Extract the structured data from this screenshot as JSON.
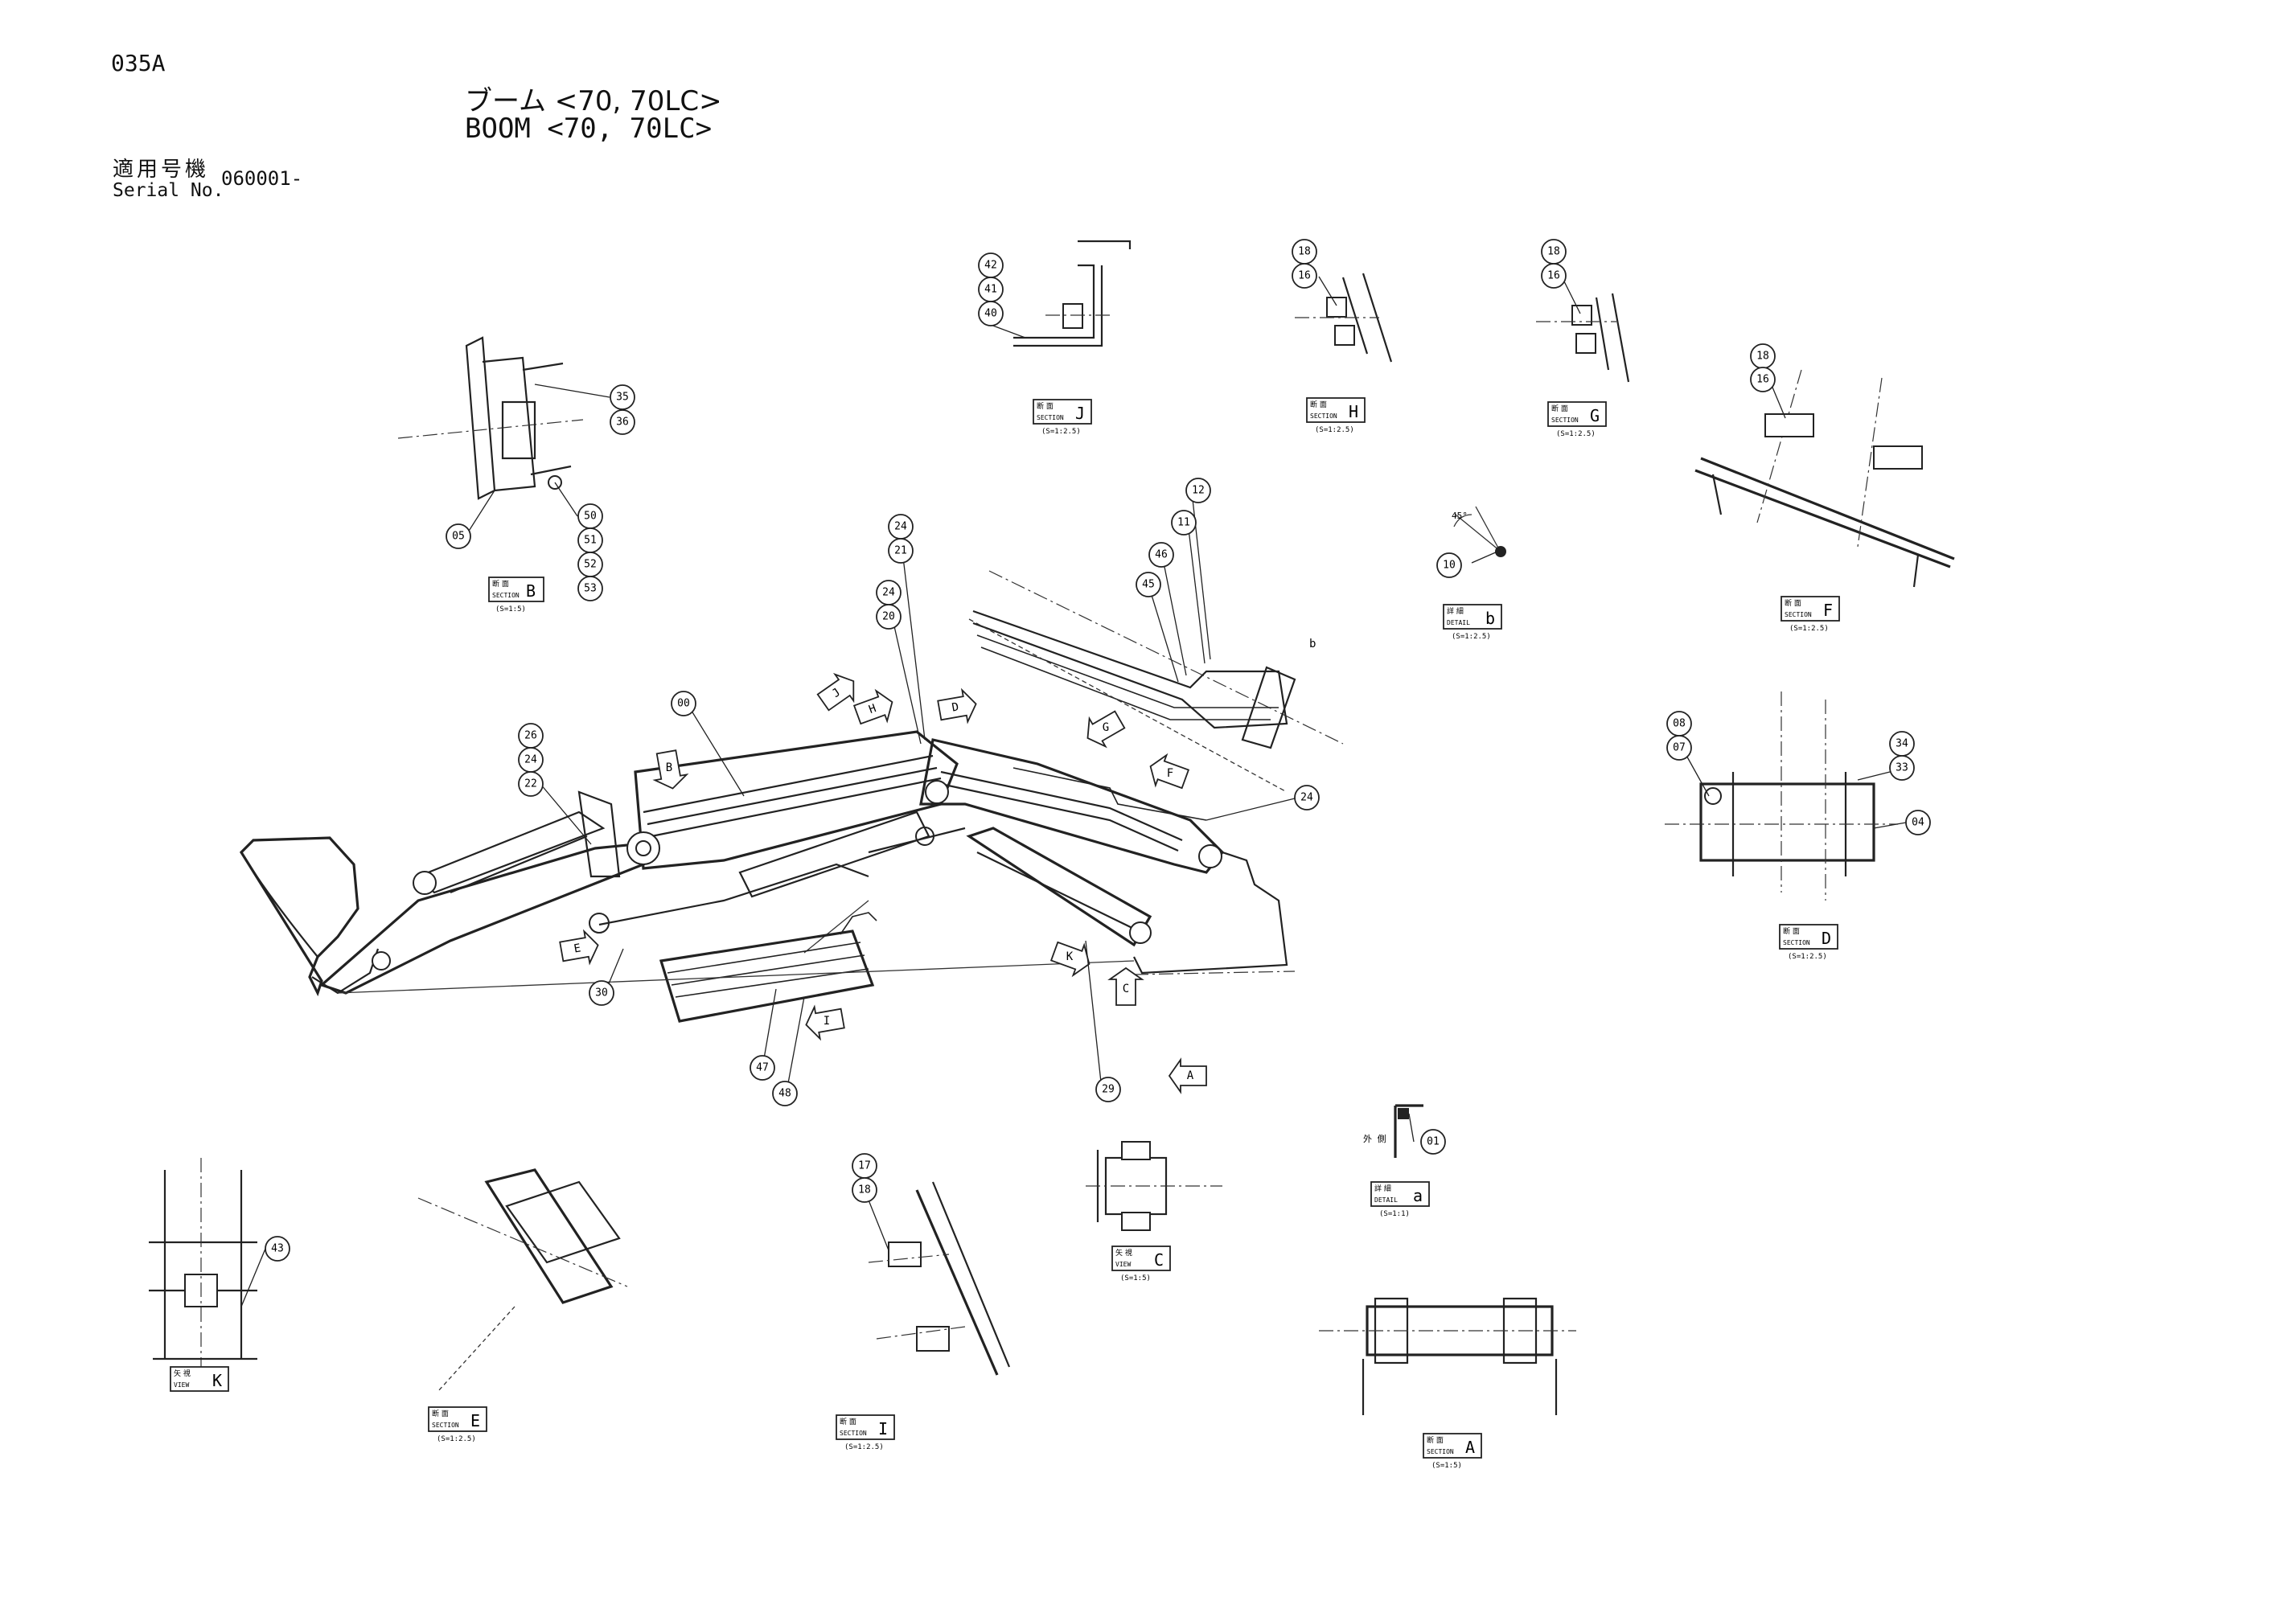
{
  "header": {
    "page_code": "035A",
    "title_jp": "ブーム <70, 70LC>",
    "title_en": "BOOM <70, 70LC>",
    "serial_label_jp": "適用号機",
    "serial_label_en": "Serial No.",
    "serial_value": "060001-"
  },
  "section_labels": [
    {
      "id": "B",
      "kind": "SECTION",
      "kanji": "断 面",
      "letter": "B",
      "scale": "(S=1:5)"
    },
    {
      "id": "J",
      "kind": "SECTION",
      "kanji": "断 面",
      "letter": "J",
      "scale": "(S=1:2.5)"
    },
    {
      "id": "H",
      "kind": "SECTION",
      "kanji": "断 面",
      "letter": "H",
      "scale": "(S=1:2.5)"
    },
    {
      "id": "G",
      "kind": "SECTION",
      "kanji": "断 面",
      "letter": "G",
      "scale": "(S=1:2.5)"
    },
    {
      "id": "b",
      "kind": "DETAIL",
      "kanji": "詳 細",
      "letter": "b",
      "scale": "(S=1:2.5)"
    },
    {
      "id": "F",
      "kind": "SECTION",
      "kanji": "断 面",
      "letter": "F",
      "scale": "(S=1:2.5)"
    },
    {
      "id": "D",
      "kind": "SECTION",
      "kanji": "断 面",
      "letter": "D",
      "scale": "(S=1:2.5)"
    },
    {
      "id": "K",
      "kind": "VIEW",
      "kanji": "矢 視",
      "letter": "K",
      "scale": ""
    },
    {
      "id": "E",
      "kind": "SECTION",
      "kanji": "断 面",
      "letter": "E",
      "scale": "(S=1:2.5)"
    },
    {
      "id": "I",
      "kind": "SECTION",
      "kanji": "断 面",
      "letter": "I",
      "scale": "(S=1:2.5)"
    },
    {
      "id": "C",
      "kind": "VIEW",
      "kanji": "矢 視",
      "letter": "C",
      "scale": "(S=1:5)"
    },
    {
      "id": "a",
      "kind": "DETAIL",
      "kanji": "詳 細",
      "letter": "a",
      "scale": "(S=1:1)"
    },
    {
      "id": "A",
      "kind": "SECTION",
      "kanji": "断 面",
      "letter": "A",
      "scale": "(S=1:5)"
    }
  ],
  "view_arrows": [
    "J",
    "H",
    "G",
    "D",
    "B",
    "F",
    "E",
    "I",
    "K",
    "C",
    "A"
  ],
  "part_numbers": {
    "b35": "35",
    "b36": "36",
    "b05": "05",
    "b50": "50",
    "b51": "51",
    "b52": "52",
    "b53": "53",
    "b42": "42",
    "b41": "41",
    "b40": "40",
    "bH18": "18",
    "bH16": "16",
    "bG18": "18",
    "bG16": "16",
    "bF18": "18",
    "bF16": "16",
    "b12": "12",
    "b11": "11",
    "b46": "46",
    "b45": "45",
    "b10": "10",
    "bM24a": "24",
    "bM21": "21",
    "bM24b": "24",
    "bM20": "20",
    "b00": "00",
    "b26": "26",
    "bL24": "24",
    "b22": "22",
    "bR24": "24",
    "b30": "30",
    "b47": "47",
    "b48": "48",
    "b29": "29",
    "b08": "08",
    "b07": "07",
    "b34": "34",
    "b33": "33",
    "b04": "04",
    "b43": "43",
    "b17": "17",
    "bI18": "18",
    "b01": "01"
  },
  "misc": {
    "detail_b_marker": "b",
    "angle_note": "45°",
    "detail_a_note": "外 側"
  }
}
